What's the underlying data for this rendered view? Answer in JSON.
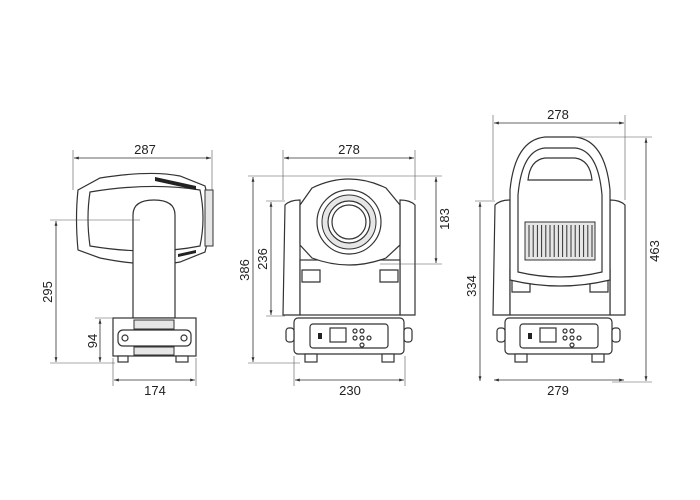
{
  "side_view": {
    "width_label": "287",
    "height_label": "295",
    "base_height_label": "94",
    "base_width_label": "174"
  },
  "front_view": {
    "width_label": "278",
    "total_height_label": "386",
    "yoke_height_label": "236",
    "head_height_label": "183",
    "base_width_label": "230"
  },
  "rear_view": {
    "width_label": "278",
    "total_height_label": "463",
    "yoke_height_label": "334",
    "base_width_label": "279"
  },
  "colors": {
    "line": "#333333",
    "background": "#ffffff"
  }
}
